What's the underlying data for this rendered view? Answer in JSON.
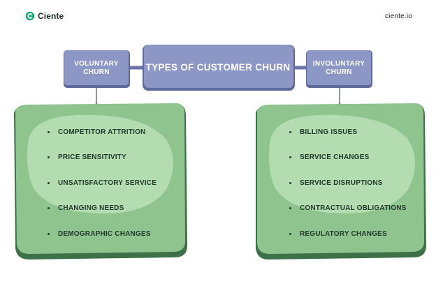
{
  "brand": {
    "name": "Ciente",
    "website": "ciente.io"
  },
  "diagram": {
    "title": "TYPES OF CUSTOMER CHURN",
    "left": {
      "label_line1": "VOLUNTARY",
      "label_line2": "CHURN",
      "items": [
        "COMPETITOR ATTRITION",
        "PRICE SENSITIVITY",
        "UNSATISFACTORY SERVICE",
        "CHANGING NEEDS",
        "DEMOGRAPHIC CHANGES"
      ]
    },
    "right": {
      "label_line1": "INVOLUNTARY",
      "label_line2": "CHURN",
      "items": [
        "BILLING ISSUES",
        "SERVICE CHANGES",
        "SERVICE DISRUPTIONS",
        "CONTRACTUAL OBLIGATIONS",
        "REGULATORY CHANGES"
      ]
    }
  },
  "colors": {
    "header_box": "#8c97c6",
    "header_border": "#6a75a8",
    "panel_fill": "#8fc48f",
    "panel_shadow": "#3d7148",
    "panel_highlight": "#b3ddb1",
    "text_dark": "#233a2c",
    "brand_green": "#1fa87a"
  }
}
